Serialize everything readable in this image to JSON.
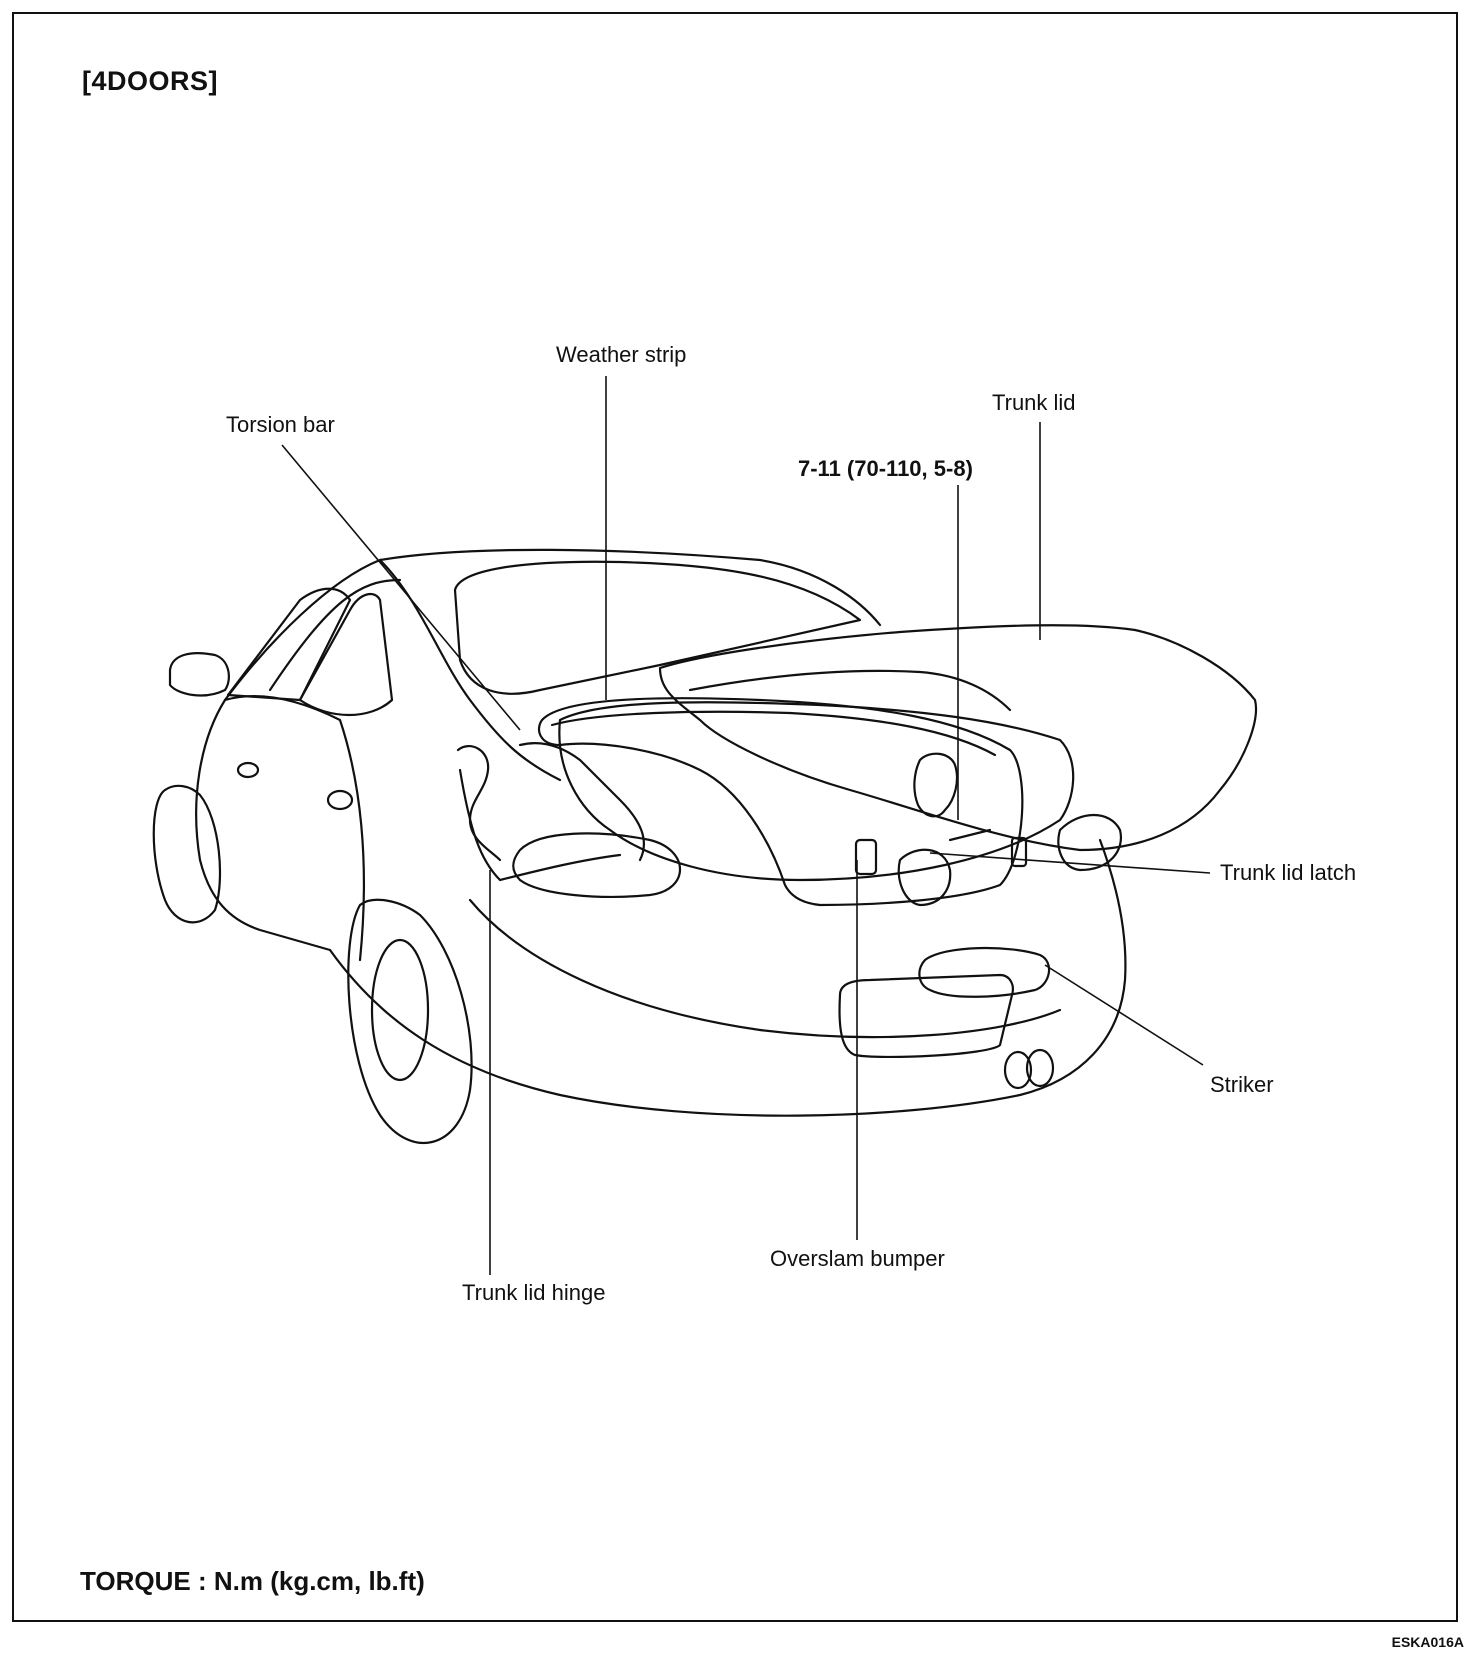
{
  "title": "[4DOORS]",
  "torque_note": "TORQUE : N.m (kg.cm, lb.ft)",
  "figure_code": "ESKA016A",
  "labels": {
    "weather_strip": "Weather strip",
    "trunk_lid": "Trunk lid",
    "torsion_bar": "Torsion bar",
    "torque_spec": "7-11 (70-110, 5-8)",
    "trunk_lid_latch": "Trunk lid latch",
    "striker": "Striker",
    "overslam_bumper": "Overslam bumper",
    "trunk_lid_hinge": "Trunk lid hinge"
  }
}
